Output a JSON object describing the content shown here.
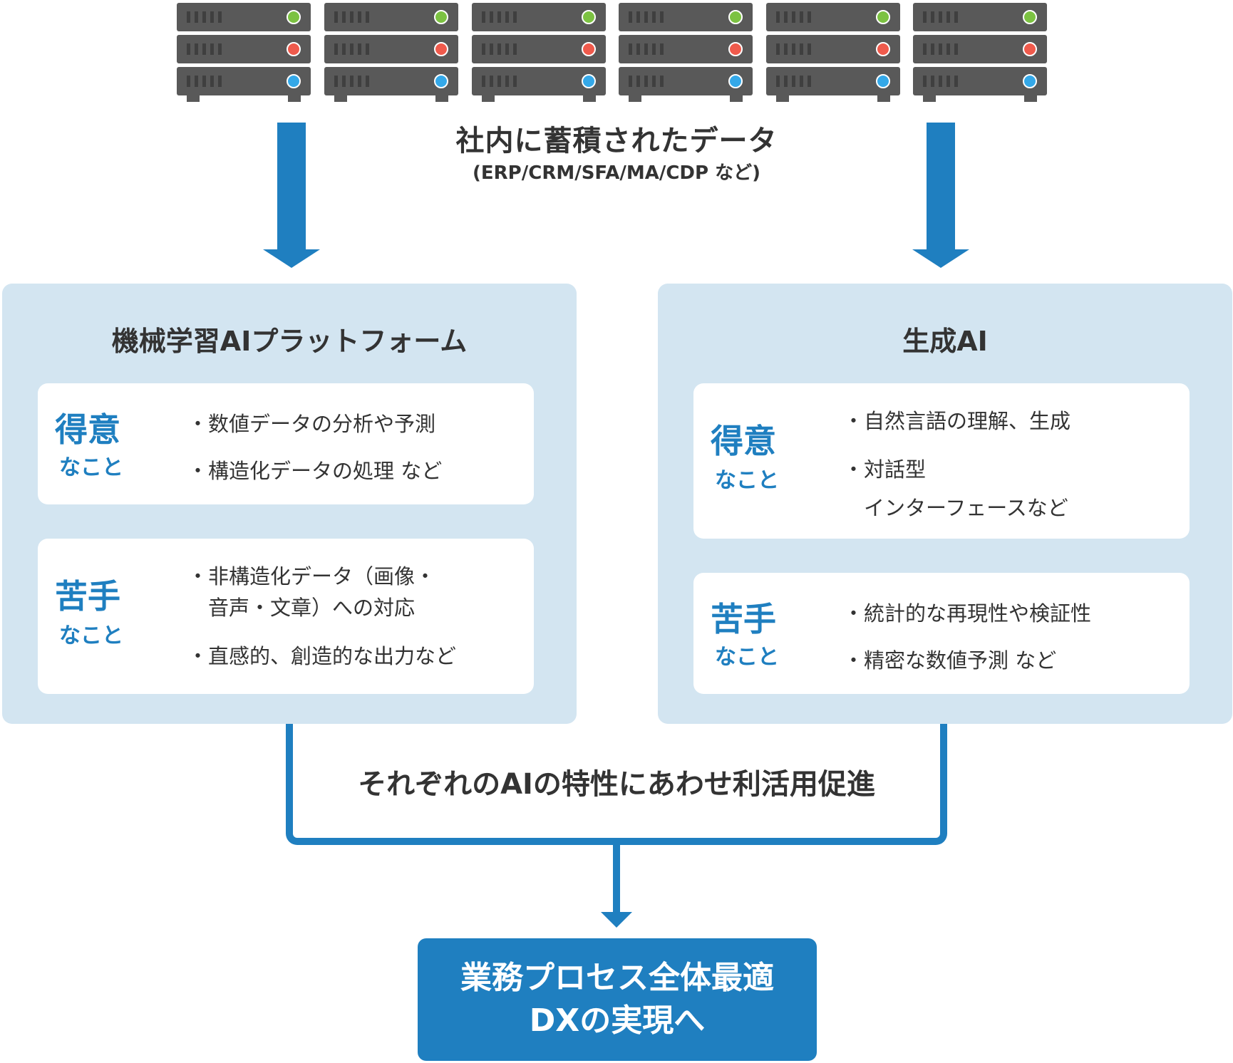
{
  "colors": {
    "accent": "#1f7fc0",
    "panel_bg": "#d3e5f1",
    "server": "#595959",
    "led_green": "#7cc242",
    "led_red": "#ef5a4c",
    "led_blue": "#34a8e8"
  },
  "servers": {
    "count": 6,
    "icon": "server-rack-icon"
  },
  "data_source": {
    "title": "社内に蓄積されたデータ",
    "subtitle": "(ERP/CRM/SFA/MA/CDP など)"
  },
  "left_panel": {
    "title": "機械学習AIプラットフォーム",
    "strengths": {
      "label_main": "得意",
      "label_sub": "なこと",
      "items": [
        "・数値データの分析や予測",
        "・構造化データの処理 など"
      ]
    },
    "weaknesses": {
      "label_main": "苦手",
      "label_sub": "なこと",
      "items": [
        "・非構造化データ（画像・",
        "　音声・文章）への対応",
        "・直感的、創造的な出力など"
      ]
    }
  },
  "right_panel": {
    "title": "生成AI",
    "strengths": {
      "label_main": "得意",
      "label_sub": "なこと",
      "items": [
        "・自然言語の理解、生成",
        "・対話型",
        "　インターフェースなど"
      ]
    },
    "weaknesses": {
      "label_main": "苦手",
      "label_sub": "なこと",
      "items": [
        "・統計的な再現性や検証性",
        "・精密な数値予測 など"
      ]
    }
  },
  "integration": {
    "text": "それぞれのAIの特性にあわせ利活用促進"
  },
  "result": {
    "line1": "業務プロセス全体最適",
    "line2": "DXの実現へ"
  }
}
